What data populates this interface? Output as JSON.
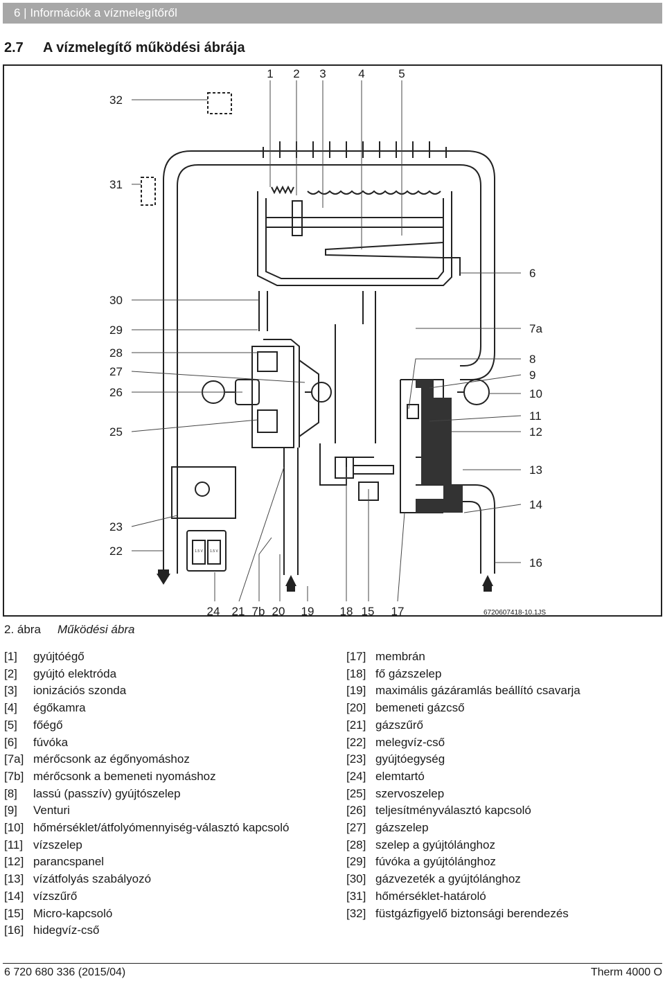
{
  "header": {
    "text": "6 | Információk a vízmelegítőről"
  },
  "section": {
    "number": "2.7",
    "title": "A vízmelegítő működési ábrája"
  },
  "figure": {
    "callouts_top": [
      "1",
      "2",
      "3",
      "4",
      "5"
    ],
    "callouts_left": [
      "32",
      "31",
      "30",
      "29",
      "28",
      "27",
      "26",
      "25",
      "23",
      "22"
    ],
    "callouts_right": [
      "6",
      "7a",
      "8",
      "9",
      "10",
      "11",
      "12",
      "13",
      "14",
      "16"
    ],
    "callouts_bottom": [
      "24",
      "21",
      "7b",
      "20",
      "19",
      "18",
      "15",
      "17"
    ],
    "code": "6720607418-10.1JS",
    "battery_label": "1.5 V"
  },
  "caption": {
    "label": "2. ábra",
    "title": "Működési ábra"
  },
  "legend_left": [
    {
      "key": "[1]",
      "text": "gyújtóégő"
    },
    {
      "key": "[2]",
      "text": "gyújtó elektróda"
    },
    {
      "key": "[3]",
      "text": "ionizációs szonda"
    },
    {
      "key": "[4]",
      "text": "égőkamra"
    },
    {
      "key": "[5]",
      "text": "főégő"
    },
    {
      "key": "[6]",
      "text": "fúvóka"
    },
    {
      "key": "[7a]",
      "text": "mérőcsonk az égőnyomáshoz"
    },
    {
      "key": "[7b]",
      "text": "mérőcsonk a bemeneti nyomáshoz"
    },
    {
      "key": "[8]",
      "text": "lassú (passzív) gyújtószelep"
    },
    {
      "key": "[9]",
      "text": "Venturi"
    },
    {
      "key": "[10]",
      "text": "hőmérséklet/átfolyómennyiség-választó kapcsoló"
    },
    {
      "key": "[11]",
      "text": "vízszelep"
    },
    {
      "key": "[12]",
      "text": "parancspanel"
    },
    {
      "key": "[13]",
      "text": "vízátfolyás szabályozó"
    },
    {
      "key": "[14]",
      "text": "vízszűrő"
    },
    {
      "key": "[15]",
      "text": "Micro-kapcsoló"
    },
    {
      "key": "[16]",
      "text": "hidegvíz-cső"
    }
  ],
  "legend_right": [
    {
      "key": "[17]",
      "text": "membrán"
    },
    {
      "key": "[18]",
      "text": "fő gázszelep"
    },
    {
      "key": "[19]",
      "text": "maximális gázáramlás beállító csavarja"
    },
    {
      "key": "[20]",
      "text": "bemeneti gázcső"
    },
    {
      "key": "[21]",
      "text": "gázszűrő"
    },
    {
      "key": "[22]",
      "text": "melegvíz-cső"
    },
    {
      "key": "[23]",
      "text": "gyújtóegység"
    },
    {
      "key": "[24]",
      "text": "elemtartó"
    },
    {
      "key": "[25]",
      "text": "szervoszelep"
    },
    {
      "key": "[26]",
      "text": "teljesítményválasztó kapcsoló"
    },
    {
      "key": "[27]",
      "text": "gázszelep"
    },
    {
      "key": "[28]",
      "text": "szelep a gyújtólánghoz"
    },
    {
      "key": "[29]",
      "text": "fúvóka a gyújtólánghoz"
    },
    {
      "key": "[30]",
      "text": "gázvezeték a gyújtólánghoz"
    },
    {
      "key": "[31]",
      "text": "hőmérséklet-határoló"
    },
    {
      "key": "[32]",
      "text": "füstgázfigyelő biztonsági berendezés"
    }
  ],
  "footer": {
    "left": "6 720 680 336 (2015/04)",
    "right": "Therm 4000 O"
  }
}
